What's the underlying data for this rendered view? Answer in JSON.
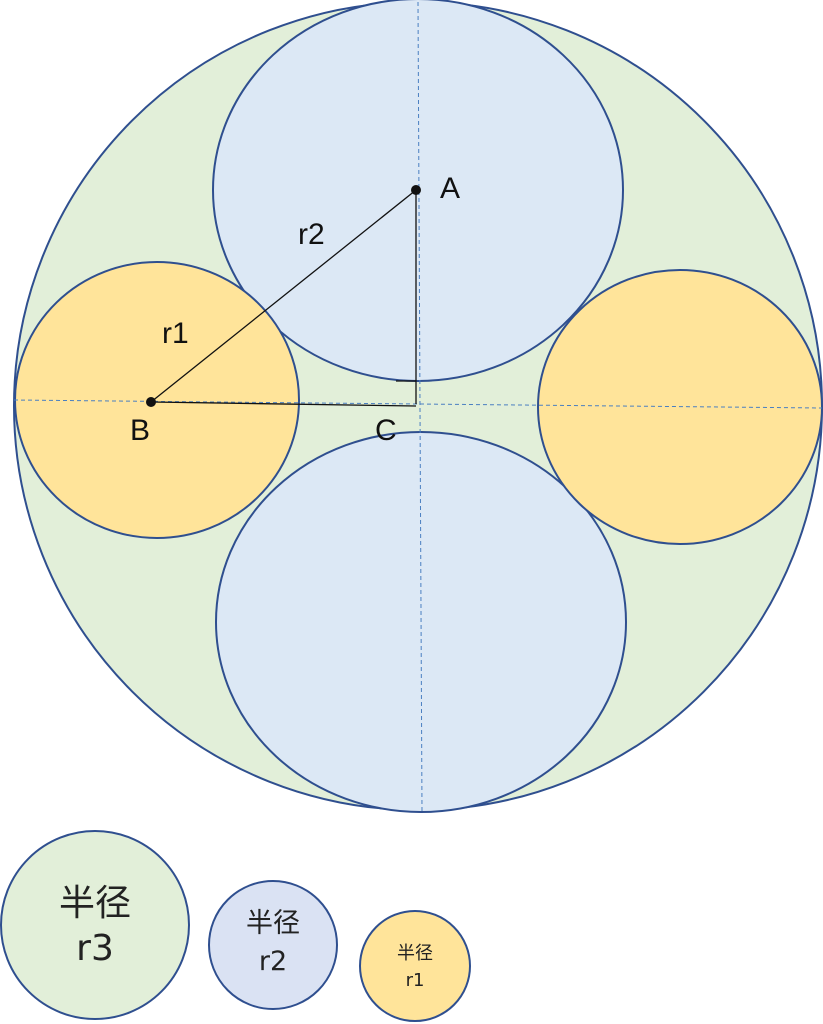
{
  "colors": {
    "outline": "#2f4f8f",
    "large_fill": "#e2efd9",
    "medium_fill": "#dce8f5",
    "small_fill": "#ffe49a",
    "legend_medium_fill": "#dae2f3",
    "dashed_axis": "#4a7fc1",
    "line": "#111111"
  },
  "points": {
    "a": "A",
    "b": "B",
    "c": "C"
  },
  "segments": {
    "r1": "r1",
    "r2": "r2"
  },
  "legend": {
    "large": {
      "line1": "半径",
      "line2": "r3"
    },
    "medium": {
      "line1": "半径",
      "line2": "r2"
    },
    "small": {
      "line1": "半径",
      "line2": "r1"
    }
  }
}
